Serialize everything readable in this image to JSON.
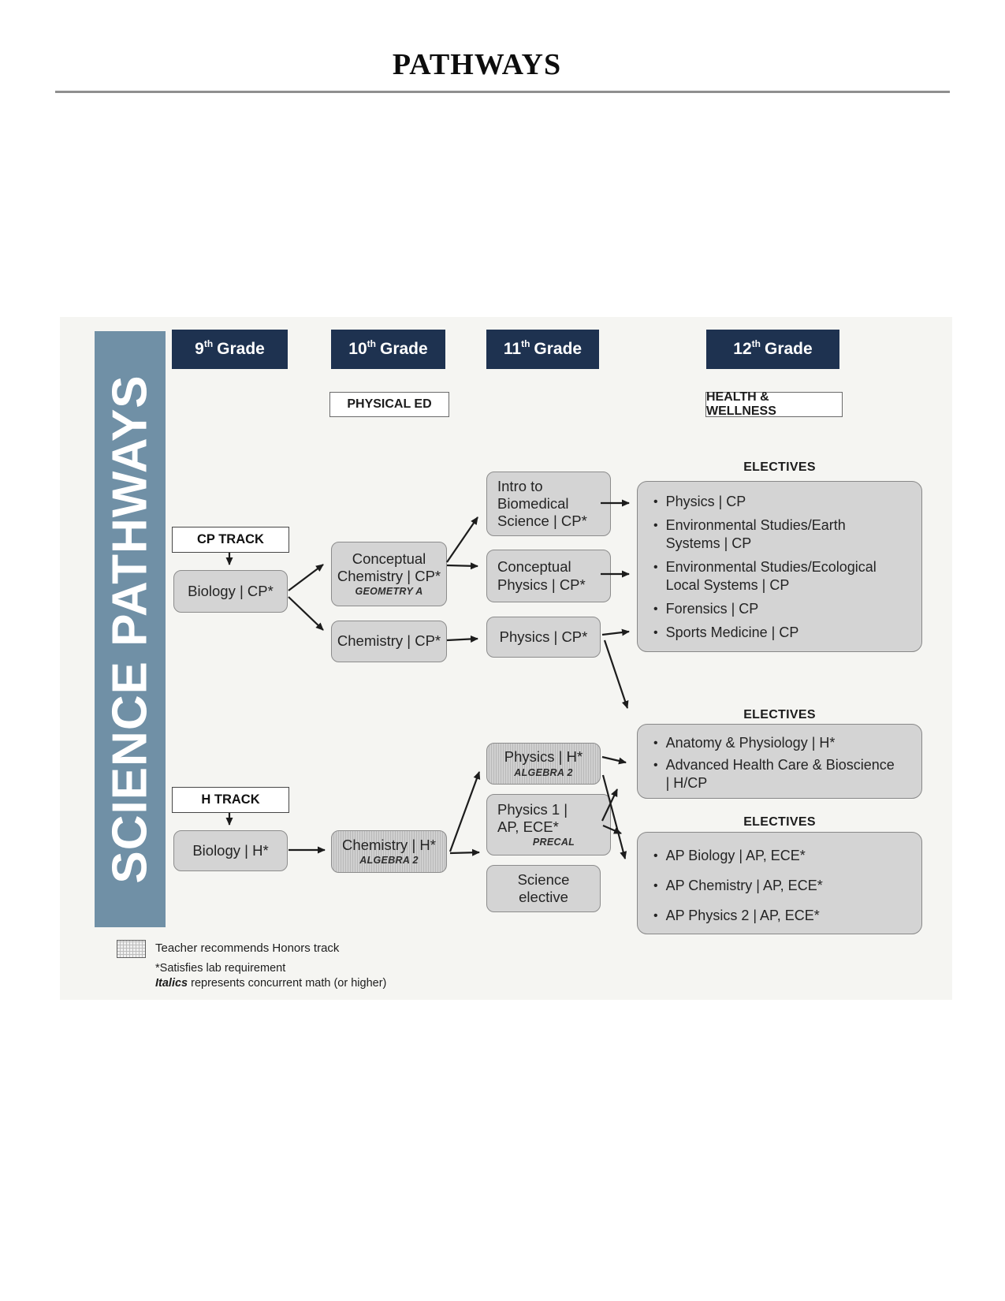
{
  "title": "PATHWAYS",
  "sidebar": {
    "label": "SCIENCE PATHWAYS"
  },
  "header": {
    "grades": [
      {
        "base": "9",
        "sup": "th",
        "rest": "Grade"
      },
      {
        "base": "10",
        "sup": "th",
        "rest": "Grade"
      },
      {
        "base": "11",
        "sup": "th",
        "rest": "Grade"
      },
      {
        "base": "12",
        "sup": "th",
        "rest": "Grade"
      }
    ],
    "phys_ed": "PHYSICAL ED",
    "health_wellness": "HEALTH & WELLNESS"
  },
  "tracks": {
    "cp": "CP TRACK",
    "h": "H TRACK"
  },
  "courses": {
    "bio_cp": {
      "line1": "Biology | CP*"
    },
    "conc_chem": {
      "line1": "Conceptual",
      "line2": "Chemistry | CP*",
      "math": "GEOMETRY A"
    },
    "chem_cp": {
      "line1": "Chemistry | CP*"
    },
    "biomed": {
      "line1": "Intro to",
      "line2": "Biomedical",
      "line3": "Science | CP*"
    },
    "conc_phys": {
      "line1": "Conceptual",
      "line2": "Physics | CP*"
    },
    "phys_cp": {
      "line1": "Physics | CP*"
    },
    "bio_h": {
      "line1": "Biology | H*"
    },
    "chem_h": {
      "line1": "Chemistry | H*",
      "math": "ALGEBRA 2"
    },
    "phys_h": {
      "line1": "Physics | H*",
      "math": "ALGEBRA 2"
    },
    "phys1_ap": {
      "line1": "Physics 1 |",
      "line2": "AP, ECE*",
      "math": "PRECAL"
    },
    "sci_elective": {
      "line1": "Science",
      "line2": "elective"
    }
  },
  "electives": {
    "cp": {
      "title": "ELECTIVES",
      "items": [
        "Physics | CP",
        "Environmental Studies/Earth Systems | CP",
        "Environmental Studies/Ecological Local Systems | CP",
        "Forensics | CP",
        "Sports Medicine | CP"
      ]
    },
    "health": {
      "title": "ELECTIVES",
      "items": [
        "Anatomy & Physiology | H*",
        "Advanced Health Care & Bioscience | H/CP"
      ]
    },
    "ap": {
      "title": "ELECTIVES",
      "items": [
        "AP Biology | AP, ECE*",
        "AP Chemistry | AP, ECE*",
        "AP Physics 2 | AP, ECE*"
      ]
    }
  },
  "legend": {
    "honors": "Teacher recommends Honors track",
    "lab": "*Satisfies lab requirement",
    "italics_word": "Italics",
    "italics_rest": " represents concurrent math (or higher)"
  },
  "colors": {
    "navy": "#1e3250",
    "sidebar_blue": "#7090a6",
    "box_gray": "#d4d4d4",
    "panel_gray": "#f5f5f2"
  }
}
